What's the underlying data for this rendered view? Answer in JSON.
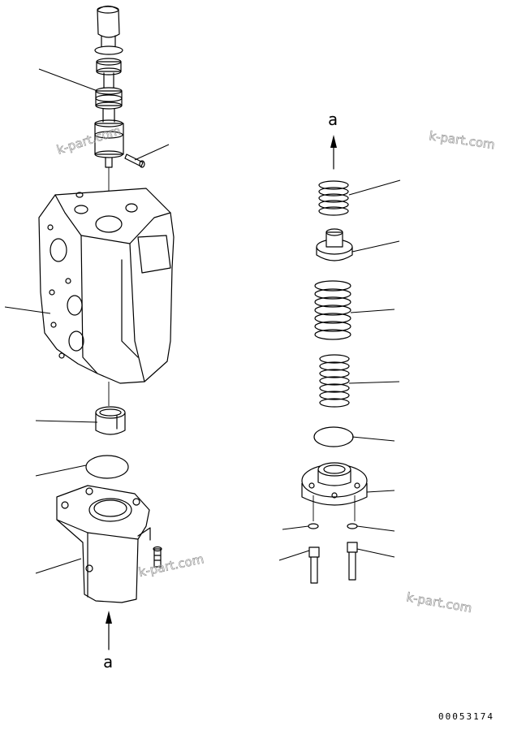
{
  "diagram": {
    "flow_label_top": "a",
    "flow_label_bottom": "a",
    "drawing_code": "00053174",
    "watermark": "k-part.com"
  }
}
